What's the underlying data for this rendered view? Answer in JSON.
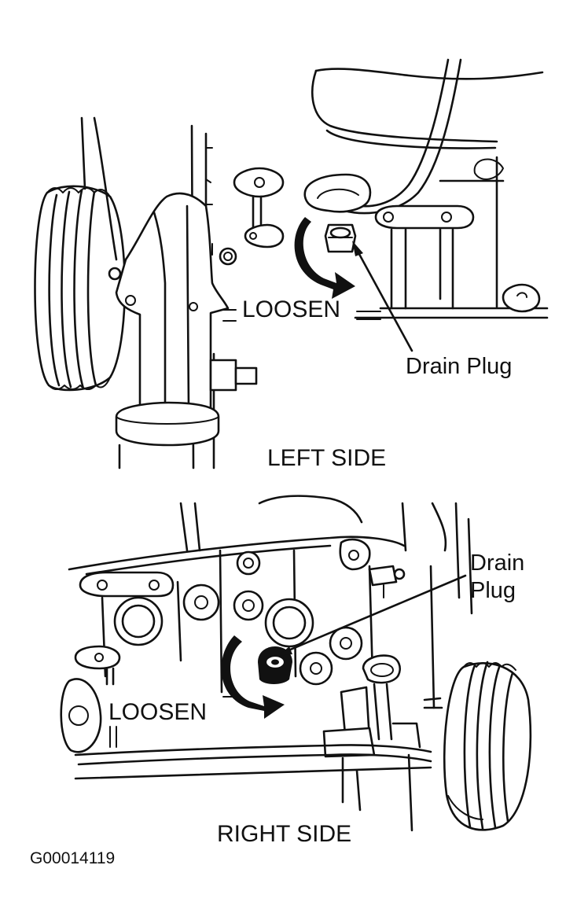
{
  "figure_id": "G00014119",
  "panels": [
    {
      "caption": "LEFT SIDE",
      "action_label": "LOOSEN",
      "callout": "Drain Plug"
    },
    {
      "caption": "RIGHT SIDE",
      "action_label": "LOOSEN",
      "callout_line1": "Drain",
      "callout_line2": "Plug"
    }
  ]
}
